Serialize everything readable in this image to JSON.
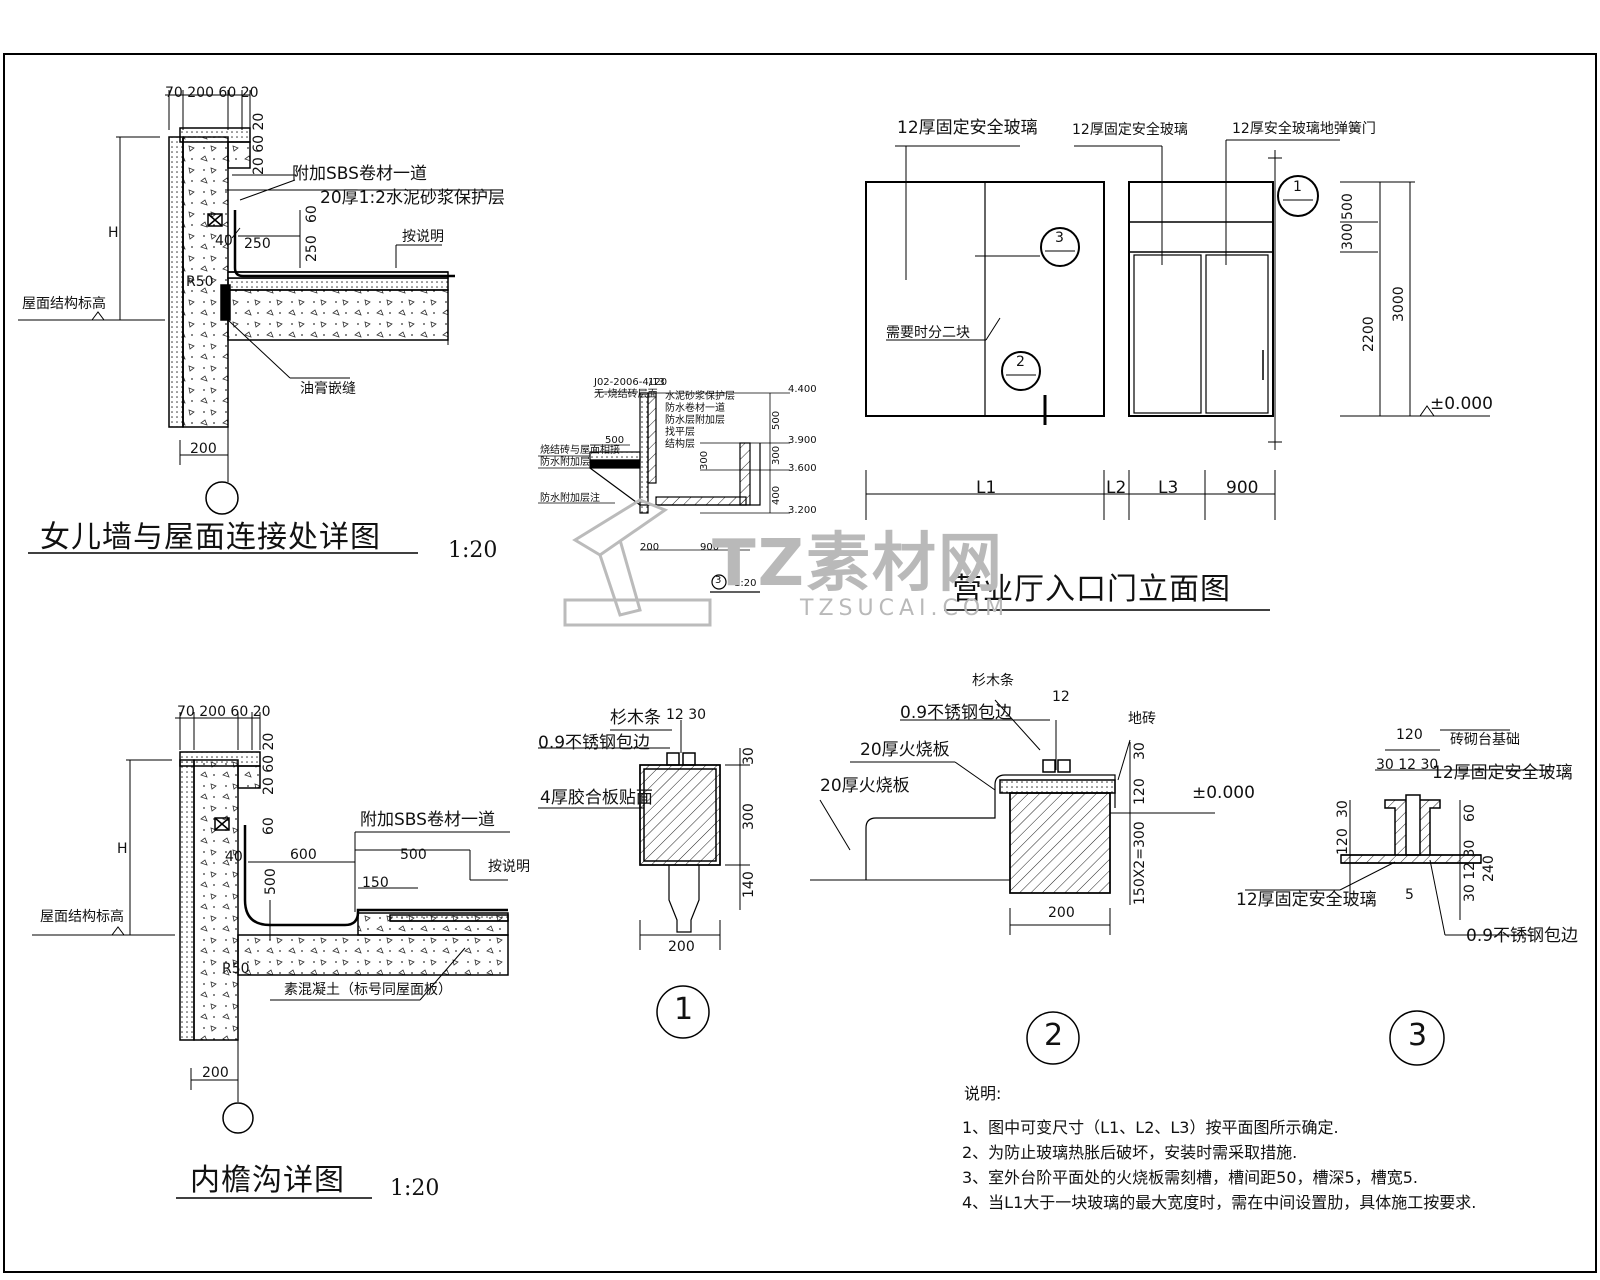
{
  "parapet": {
    "title": "女儿墙与屋面连接处详图",
    "scale": "1:20",
    "dims_top": "70 200 60 20",
    "dims_side": "20 60 20",
    "label_sbs": "附加SBS卷材一道",
    "label_mortar": "20厚1:2水泥砂浆保护层",
    "label_see": "按说明",
    "label_roof_level": "屋面结构标高",
    "label_caulk": "油膏嵌缝",
    "label_h": "H",
    "dim_40": "40",
    "dim_250a": "250",
    "dim_250b": "250",
    "dim_60": "60",
    "dim_r50": "R50",
    "dim_200": "200"
  },
  "detail3_small": {
    "ref": "J02-2006-4/13",
    "ref2": "无-烧结砖层面",
    "dim_120": "120",
    "dim_500a": "500",
    "dim_500b": "500",
    "dim_300a": "300",
    "dim_300b": "300",
    "dim_400": "400",
    "dim_200": "200",
    "dim_900": "900",
    "lv1": "4.400",
    "lv2": "3.900",
    "lv3": "3.600",
    "lv4": "3.200",
    "layers": [
      "水泥砂浆保护层",
      "防水卷材一道",
      "防水层附加层",
      "找平层",
      "结构层"
    ],
    "left_notes": [
      "烧结砖与屋面相接",
      "防水附加层",
      "防水附加层注"
    ],
    "mark": "3",
    "scale": "1:20"
  },
  "entrance": {
    "title": "营业厅入口门立面图",
    "glass1": "12厚固定安全玻璃",
    "glass2": "12厚固定安全玻璃",
    "glass3": "12厚安全玻璃地弹簧门",
    "split_note": "需要时分二块",
    "mark1": "1",
    "mark2": "2",
    "mark3": "3",
    "dim_500": "500",
    "dim_300": "300",
    "dim_2200": "2200",
    "dim_3000": "3000",
    "level": "±0.000",
    "L1": "L1",
    "L2": "L2",
    "L3": "L3",
    "d900": "900"
  },
  "gutter": {
    "title": "内檐沟详图",
    "scale": "1:20",
    "dims_top": "70 200 60 20",
    "dims_side": "20 60 20",
    "label_sbs": "附加SBS卷材一道",
    "label_see": "按说明",
    "label_roof_level": "屋面结构标高",
    "label_concrete": "素混凝土（标号同屋面板）",
    "label_h": "H",
    "dim_600": "600",
    "dim_500a": "500",
    "dim_500b": "500",
    "dim_150": "150",
    "dim_40": "40",
    "dim_60": "60",
    "dim_r50": "R50",
    "dim_200": "200"
  },
  "node1": {
    "label_wood": "杉木条",
    "label_steel": "0.9不锈钢包边",
    "label_board": "4厚胶合板贴面",
    "dim_top": "12 30",
    "dim_30": "30",
    "dim_300": "300",
    "dim_140": "140",
    "dim_200": "200",
    "mark": "1"
  },
  "node2": {
    "label_wood": "杉木条",
    "label_steel": "0.9不锈钢包边",
    "label_stone1": "20厚火烧板",
    "label_stone2": "20厚火烧板",
    "label_tile": "地砖",
    "dim_12": "12",
    "dim_30": "30",
    "dim_120": "120",
    "dim_150": "150X2=300",
    "dim_200": "200",
    "level": "±0.000",
    "mark": "2"
  },
  "node3": {
    "label_base": "砖砌台基础",
    "label_glass1": "12厚固定安全玻璃",
    "label_glass2": "12厚固定安全玻璃",
    "label_steel": "0.9不锈钢包边",
    "dim_120": "120",
    "dim_303": "30 12 30",
    "dim_30a": "30",
    "dim_120b": "120",
    "dim_60": "60",
    "dim_240": "240",
    "dim_30b": "30 12 30",
    "dim_5": "5",
    "mark": "3"
  },
  "notes": {
    "heading": "说明:",
    "items": [
      "1、图中可变尺寸（L1、L2、L3）按平面图所示确定.",
      "2、为防止玻璃热胀后破坏，安装时需采取措施.",
      "3、室外台阶平面处的火烧板需刻槽，槽间距50，槽深5，槽宽5.",
      "4、当L1大于一块玻璃的最大宽度时，需在中间设置肋，具体施工按要求."
    ]
  },
  "watermark": {
    "brand": "TZ素材网",
    "url": "TZSUCAI.COM"
  }
}
